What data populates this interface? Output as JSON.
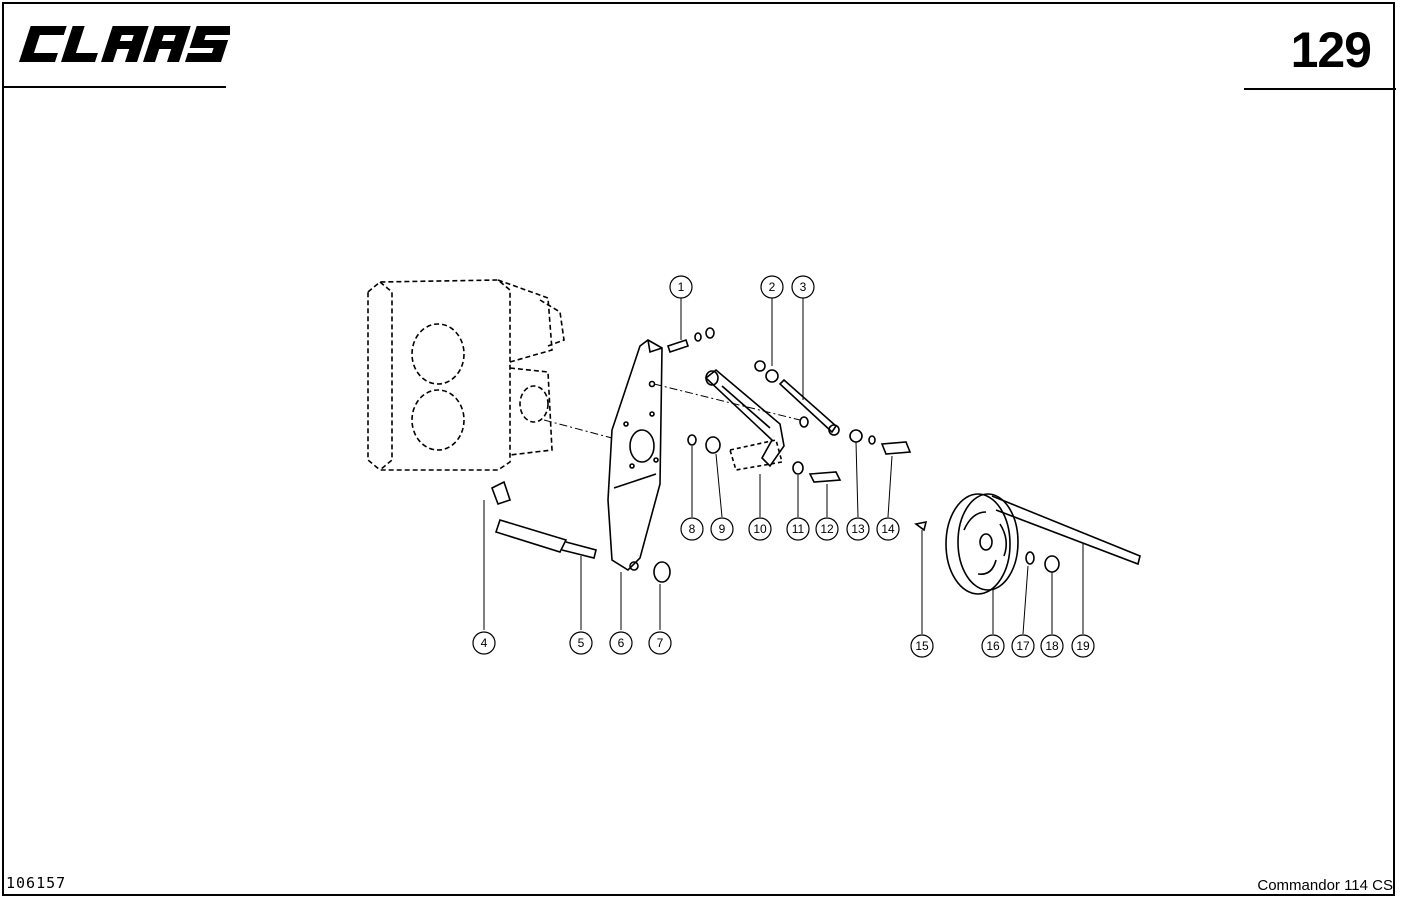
{
  "header": {
    "logo_text": "CLAAS",
    "page_number": "129"
  },
  "footer": {
    "document_number": "106157",
    "model": "Commandor 114 CS"
  },
  "callouts": [
    "1",
    "2",
    "3",
    "4",
    "5",
    "6",
    "7",
    "8",
    "9",
    "10",
    "11",
    "12",
    "13",
    "14",
    "15",
    "16",
    "17",
    "18",
    "19"
  ]
}
